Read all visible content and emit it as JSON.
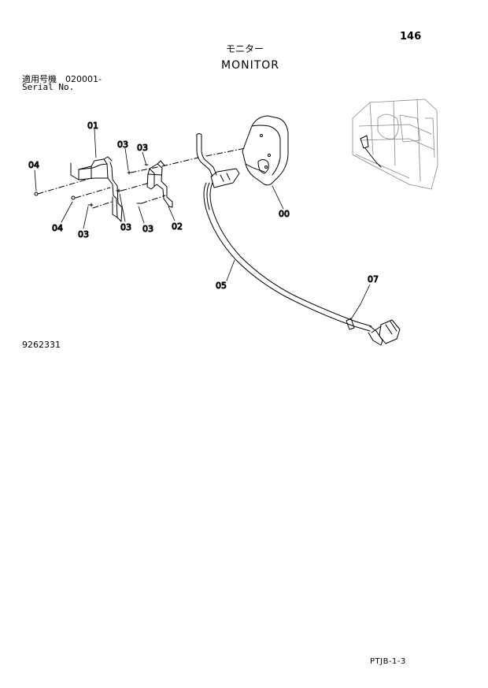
{
  "page": {
    "page_number": "146",
    "title_jp": "モニター",
    "title_en": "MONITOR",
    "serial_label_jp": "適用号機　020001-",
    "serial_label_en": "Serial No.",
    "drawing_number": "9262331",
    "footer_code": "PTJB-1-3"
  },
  "callouts": {
    "c01": "01",
    "c03a": "03",
    "c03b": "03",
    "c04a": "04",
    "c04b": "04",
    "c03c": "03",
    "c03d": "03",
    "c03e": "03",
    "c02": "02",
    "c00": "00",
    "c05": "05",
    "c07": "07"
  },
  "colors": {
    "ink": "#000000",
    "paper": "#ffffff",
    "faint": "#888888"
  }
}
